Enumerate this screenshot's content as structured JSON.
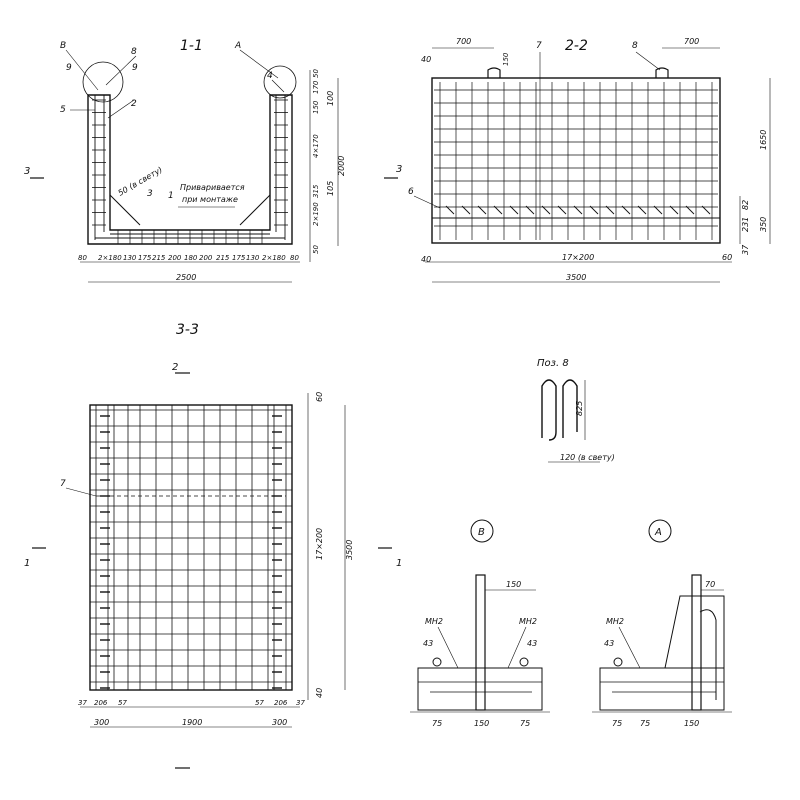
{
  "views": {
    "section_1_1": {
      "title": "1-1",
      "callouts": {
        "detail_b": "В",
        "detail_a": "А",
        "pos8": "8",
        "pos9a": "9",
        "pos9b": "9",
        "pos5": "5",
        "pos2": "2",
        "pos4": "4",
        "pos3": "3",
        "pos1": "1"
      },
      "labels": {
        "clear": "50 (в свету)",
        "note_line1": "Приваривается",
        "note_line2": "при монтаже"
      },
      "bottom_dims": [
        "80",
        "2×180",
        "130",
        "175",
        "215",
        "200",
        "180",
        "200",
        "215",
        "175",
        "130",
        "2×180",
        "80"
      ],
      "overall": "2500",
      "right_dims": [
        "50",
        "170",
        "150",
        "4×170",
        "315",
        "2×190",
        "50"
      ],
      "right_small": [
        "100",
        "105"
      ],
      "height_total": "2000",
      "cut_mark": "3"
    },
    "section_2_2": {
      "title": "2-2",
      "top_dims": [
        "700",
        "700"
      ],
      "pos7": "7",
      "pos8": "8",
      "pos6": "6",
      "small150": "150",
      "left_dims": [
        "40",
        "40"
      ],
      "right_dims": [
        "1650",
        "82",
        "350",
        "231",
        "37"
      ],
      "bottom_mid": "17×200",
      "bottom_right": "60",
      "overall": "3500",
      "cut_mark": "3"
    },
    "section_3_3": {
      "title": "3-3",
      "cut_mark_top": "2",
      "cut_mark_left": "1",
      "cut_mark_right": "1",
      "pos7": "7",
      "right_dims": [
        "60",
        "17×200",
        "3500",
        "40"
      ],
      "bottom_small": [
        "37",
        "206",
        "57",
        "57",
        "206",
        "37"
      ],
      "bottom_main": [
        "300",
        "1900",
        "300"
      ]
    },
    "pos8_detail": {
      "title": "Поз. 8",
      "height": "825",
      "width": "120 (в свету)"
    },
    "detail_b": {
      "title": "В",
      "mh": [
        "МН2",
        "МН2"
      ],
      "dims": [
        "150",
        "43",
        "43",
        "75",
        "150",
        "75"
      ]
    },
    "detail_a": {
      "title": "А",
      "mh": "МН2",
      "dims": [
        "70",
        "43",
        "75",
        "75",
        "150"
      ]
    }
  }
}
